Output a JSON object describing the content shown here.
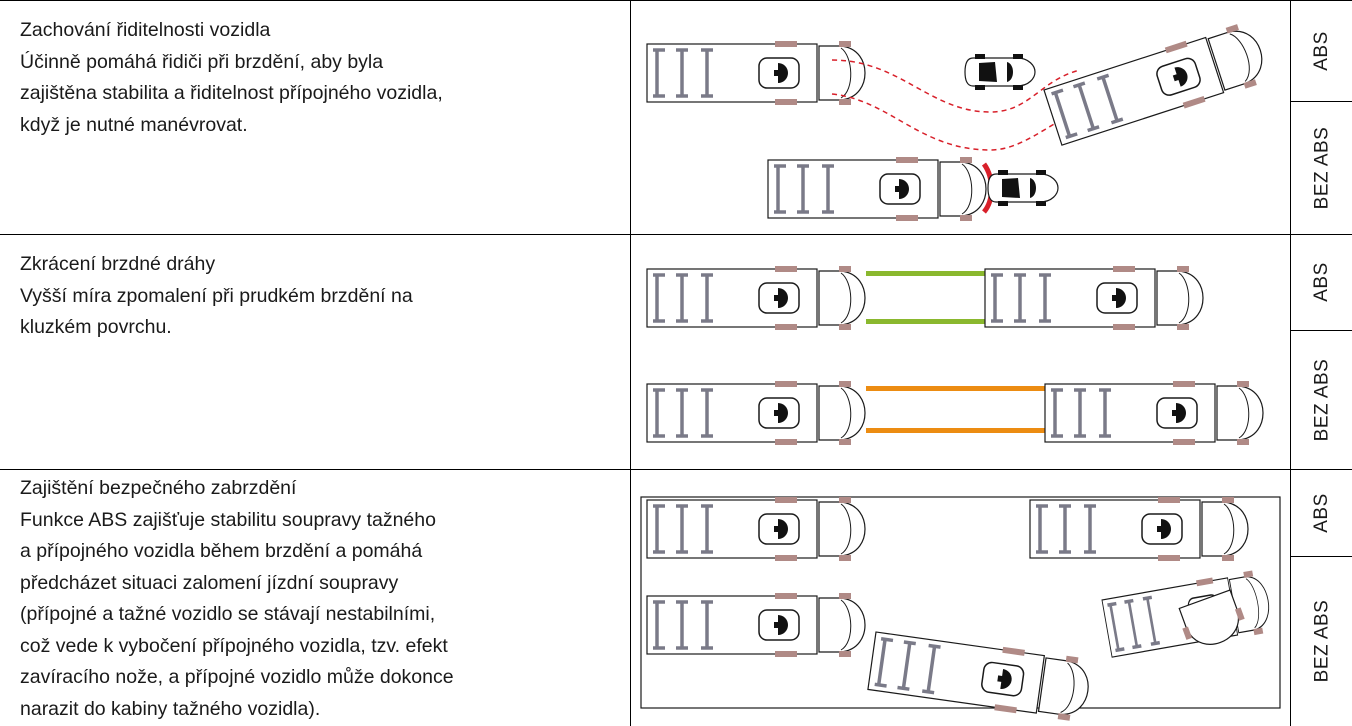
{
  "rows": [
    {
      "title": "Zachování řiditelnosti vozidla",
      "body": [
        "Účinně pomáhá řidiči při brzdění, aby byla",
        "zajištěna stabilita a řiditelnost přípojného vozidla,",
        "když je nutné manévrovat."
      ],
      "label_top": "ABS",
      "label_bottom": "BEZ ABS"
    },
    {
      "title": "Zkrácení brzdné dráhy",
      "body": [
        "Vyšší míra zpomalení při prudkém brzdění na",
        "kluzkém povrchu."
      ],
      "label_top": "ABS",
      "label_bottom": "BEZ ABS"
    },
    {
      "title": "Zajištění bezpečného zabrzdění",
      "body": [
        "Funkce ABS zajišťuje stabilitu soupravy tažného",
        "a přípojného vozidla během brzdění a pomáhá",
        "předcházet situaci zalomení jízdní soupravy",
        "(přípojné a tažné vozidlo se stávají nestabilními,",
        "což vede k vybočení přípojného vozidla, tzv. efekt",
        "zavíracího nože, a přípojné vozidlo může dokonce",
        "narazit do kabiny tažného vozidla)."
      ],
      "label_top": "ABS",
      "label_bottom": "BEZ ABS"
    }
  ],
  "colors": {
    "stroke": "#1a1a1a",
    "axle": "#7a7a88",
    "wheel": "#b08a86",
    "red_path": "#d8202a",
    "green_bar": "#8ab82e",
    "orange_bar": "#ec8c12"
  }
}
